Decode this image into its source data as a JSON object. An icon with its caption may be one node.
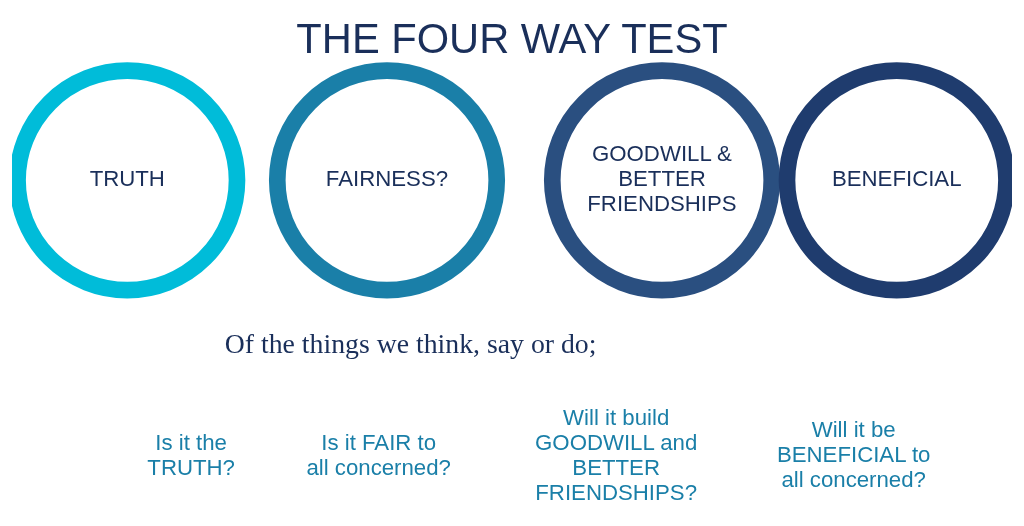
{
  "diagram": {
    "title": "THE FOUR WAY TEST",
    "nodes": [
      {
        "text": [
          "TRUTH"
        ]
      },
      {
        "text": [
          "FAIRNESS?"
        ]
      },
      {
        "text": [
          "GOODWILL & BETTER FRIENDSHIPS"
        ]
      },
      {
        "text": [
          "BENEFICIAL"
        ]
      }
    ],
    "edges": [],
    "labels": [
      "Of the things we think, say or do;",
      "Is it the TRUTH?",
      "Is it FAIR to all concerned?",
      "Will it build GOODWILL and BETTER FRIENDSHIPS?",
      "Will it be BENEFICIAL to all concerned?"
    ]
  }
}
